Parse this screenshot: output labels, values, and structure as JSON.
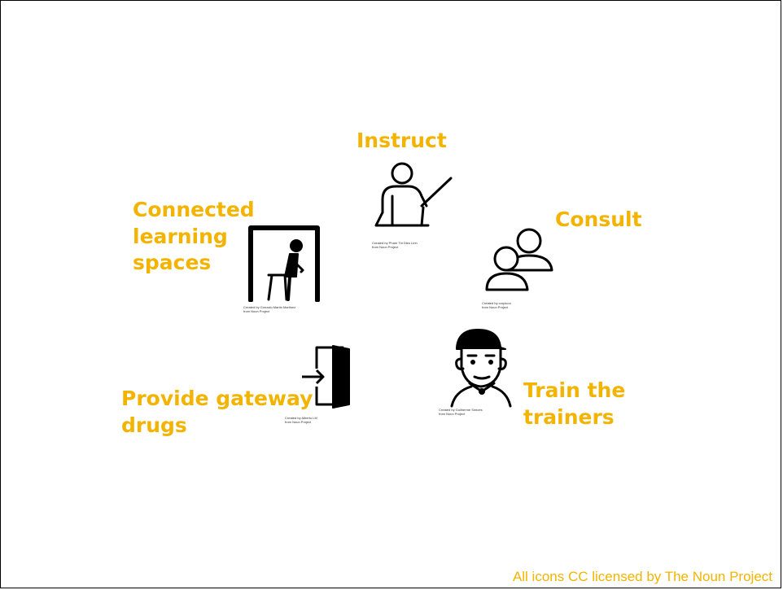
{
  "labels": {
    "instruct": "Instruct",
    "consult": "Consult",
    "connected": [
      "Connected",
      "learning",
      "spaces"
    ],
    "gateway": [
      "Provide gateway",
      "drugs"
    ],
    "train": [
      "Train the",
      "trainers"
    ]
  },
  "credits": {
    "instruct": [
      "Created by Pham Thi Dieu Linh",
      "from Noun Project"
    ],
    "consult": [
      "Created by corpicon",
      "from Noun Project"
    ],
    "connected": [
      "Created by Gonzalo Martin Martinez",
      "from Noun Project"
    ],
    "gateway": [
      "Created by Alberto LM",
      "from Noun Project"
    ],
    "train": [
      "Created by Guilherme Simoes",
      "from Noun Project"
    ]
  },
  "footer": "All icons CC licensed by The Noun Project",
  "icons": [
    "teacher-icon",
    "consult-people-icon",
    "classroom-student-icon",
    "exit-door-icon",
    "coach-whistle-icon"
  ],
  "colors": {
    "accent": "#f2b400",
    "icon": "#000000",
    "background": "#ffffff"
  }
}
